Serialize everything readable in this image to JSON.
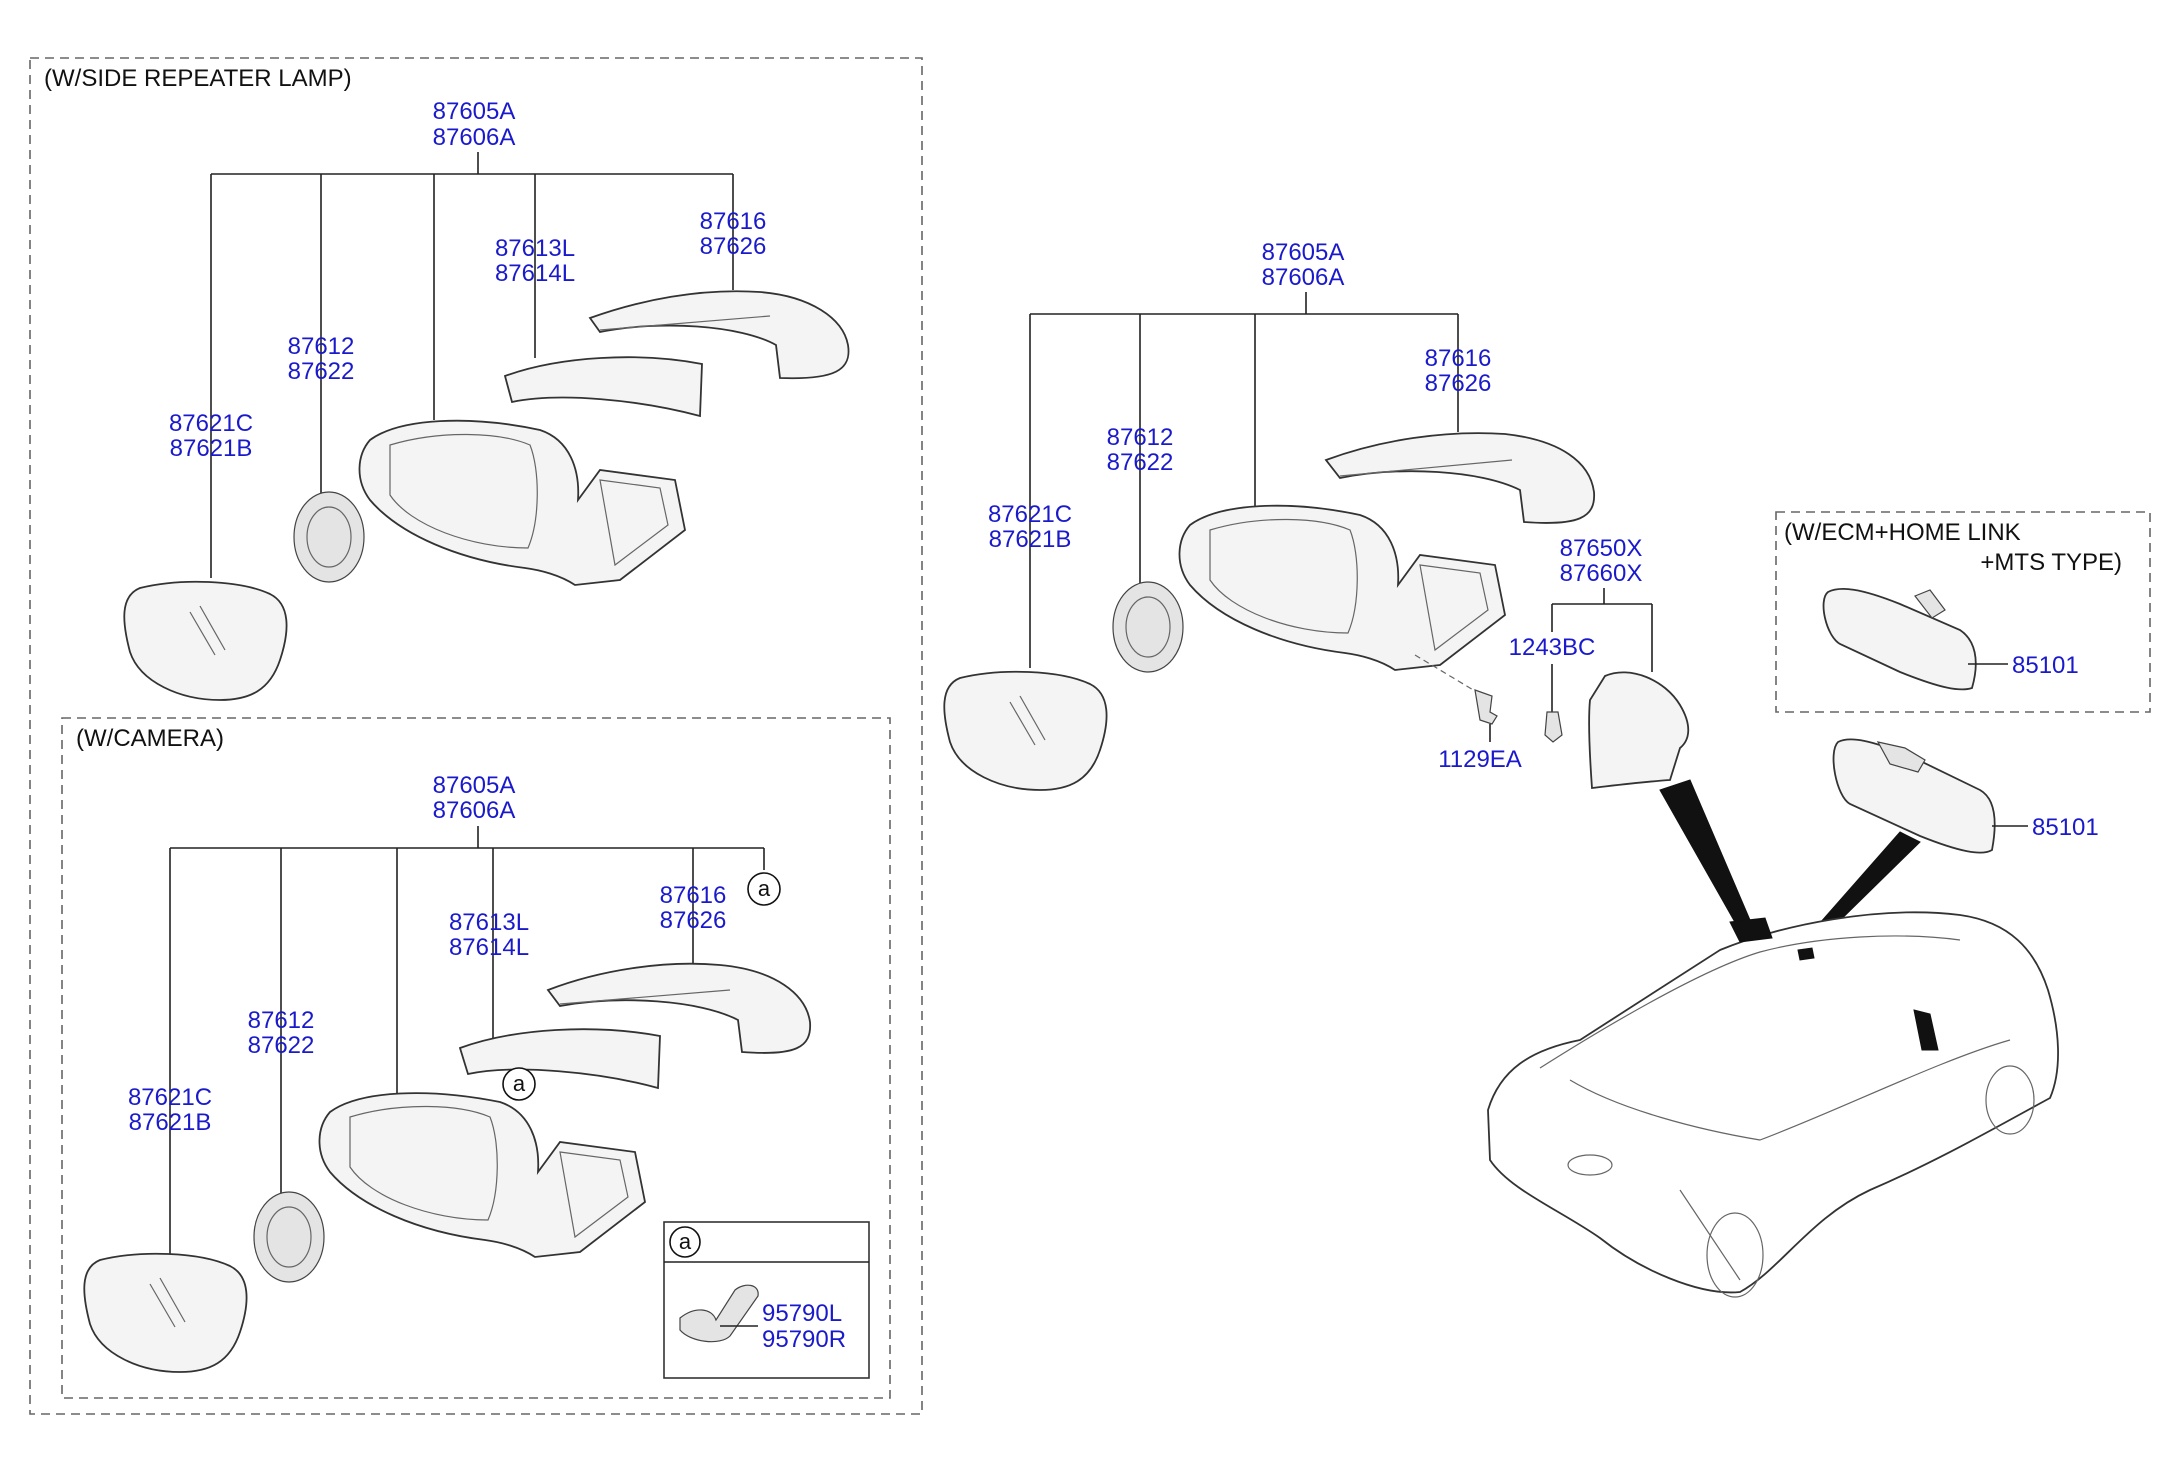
{
  "groups": {
    "side_repeater": {
      "title": "(W/SIDE REPEATER LAMP)",
      "assembly": [
        "87605A",
        "87606A"
      ],
      "cover": [
        "87616",
        "87626"
      ],
      "repeater_lamp": [
        "87613L",
        "87614L"
      ],
      "actuator": [
        "87612",
        "87622"
      ],
      "glass": [
        "87621C",
        "87621B"
      ]
    },
    "camera": {
      "title": "(W/CAMERA)",
      "assembly": [
        "87605A",
        "87606A"
      ],
      "cover": [
        "87616",
        "87626"
      ],
      "repeater_lamp": [
        "87613L",
        "87614L"
      ],
      "actuator": [
        "87612",
        "87622"
      ],
      "glass": [
        "87621C",
        "87621B"
      ],
      "ref_marker": "a",
      "inset_marker": "a",
      "camera_part": [
        "95790L",
        "95790R"
      ]
    },
    "main": {
      "assembly": [
        "87605A",
        "87606A"
      ],
      "cover": [
        "87616",
        "87626"
      ],
      "actuator": [
        "87612",
        "87622"
      ],
      "glass": [
        "87621C",
        "87621B"
      ],
      "inner_cover": [
        "87650X",
        "87660X"
      ],
      "screw": "1243BC",
      "bolt": "1129EA"
    },
    "ecm": {
      "title_line1": "(W/ECM+HOME LINK",
      "title_line2": "+MTS TYPE)",
      "part": "85101"
    },
    "inside_mirror": {
      "part": "85101"
    }
  }
}
